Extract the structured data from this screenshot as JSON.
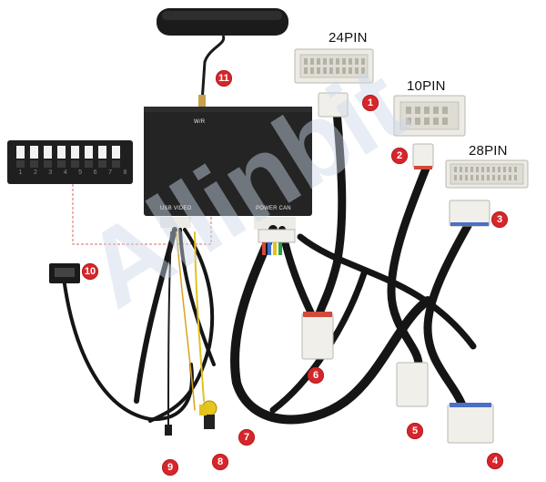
{
  "connectors": {
    "pin24": "24PIN",
    "pin10": "10PIN",
    "pin28": "28PIN"
  },
  "box": {
    "top_label": "W/R",
    "port_usb_video": "USB VIDEO",
    "port_power_can": "POWER CAN"
  },
  "dip_switch": {
    "numbers": [
      "1",
      "2",
      "3",
      "4",
      "5",
      "6",
      "7",
      "8"
    ]
  },
  "badges": [
    "1",
    "2",
    "3",
    "4",
    "5",
    "6",
    "7",
    "8",
    "9",
    "10",
    "11"
  ],
  "watermark": "Allinbit",
  "colors": {
    "badge": "#d7262b",
    "box": "#242424",
    "cable": "#151515",
    "connector_body": "#ecebe6",
    "watermark": "#cdd9ea"
  }
}
